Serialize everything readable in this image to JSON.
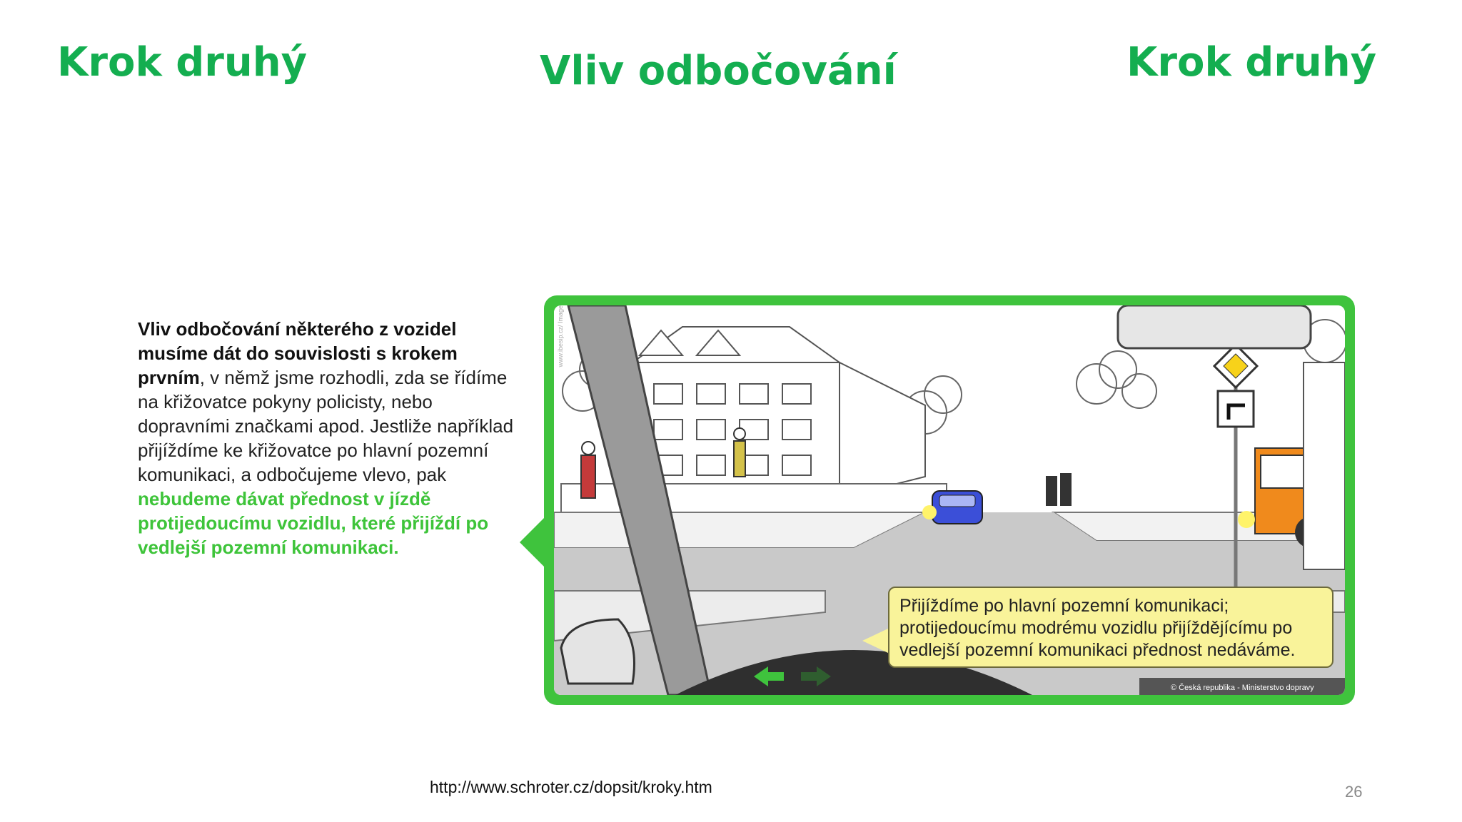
{
  "header": {
    "left_title": "Krok druhý",
    "center_title": "Vliv odbočování",
    "right_title": "Krok druhý"
  },
  "body_text": {
    "bold_intro": "Vliv odbočování některého z vozidel musíme dát do souvislosti s krokem prvním",
    "plain": ", v němž jsme rozhodli, zda se řídíme na křižovatce pokyny policisty, nebo dopravními značkami apod. Jestliže například přijíždíme ke křižovatce po hlavní pozemní komunikaci, a odbočujeme vlevo, pak ",
    "green_emphasis": "nebudeme dávat přednost v jízdě protijedoucímu vozidlu, které přijíždí po vedlejší pozemní komunikaci."
  },
  "illustration": {
    "callout_line1": "Přijíždíme po hlavní pozemní komunikaci;",
    "callout_line2": "protijedoucímu modrému vozidlu přijíždějícímu po",
    "callout_line3": "vedlejší pozemní komunikaci přednost nedáváme.",
    "copyright": "© Česká republika - Ministerstvo dopravy",
    "side_note": "www.ibesip.cz/ Image",
    "colors": {
      "frame": "#3fc33d",
      "callout_bg": "#f9f39a",
      "oncoming_car": "#3b4fd8",
      "truck": "#f08a1c",
      "arrow_active": "#3fc33d"
    }
  },
  "footer": {
    "source_url": "http://www.schroter.cz/dopsit/kroky.htm",
    "page_number": "26"
  }
}
